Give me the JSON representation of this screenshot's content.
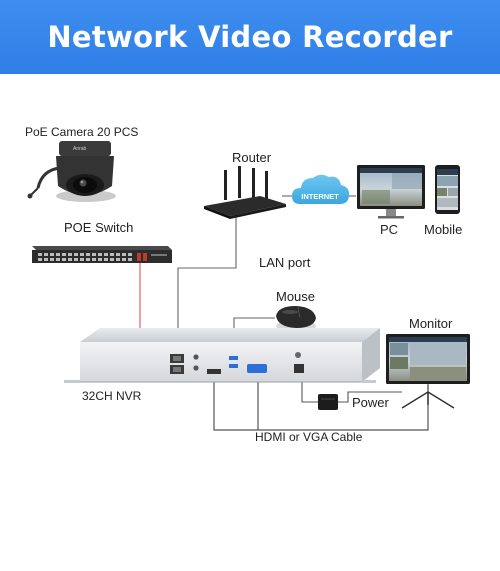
{
  "banner": {
    "title": "Network Video Recorder"
  },
  "camera": {
    "label": "PoE Camera 20 PCS",
    "brand": "Anrab"
  },
  "switch": {
    "label": "POE Switch"
  },
  "router": {
    "label": "Router"
  },
  "cloud": {
    "label": "INTERNET"
  },
  "pc": {
    "label": "PC"
  },
  "mobile": {
    "label": "Mobile"
  },
  "lan": {
    "label": "LAN port"
  },
  "mouse": {
    "label": "Mouse"
  },
  "monitor": {
    "label": "Monitor"
  },
  "nvr": {
    "label": "32CH NVR"
  },
  "power": {
    "label": "Power"
  },
  "cable": {
    "label": "HDMI or VGA Cable"
  },
  "colors": {
    "banner": "#3a8bf0",
    "poe_link": "#e06666",
    "cable": "#555555"
  }
}
